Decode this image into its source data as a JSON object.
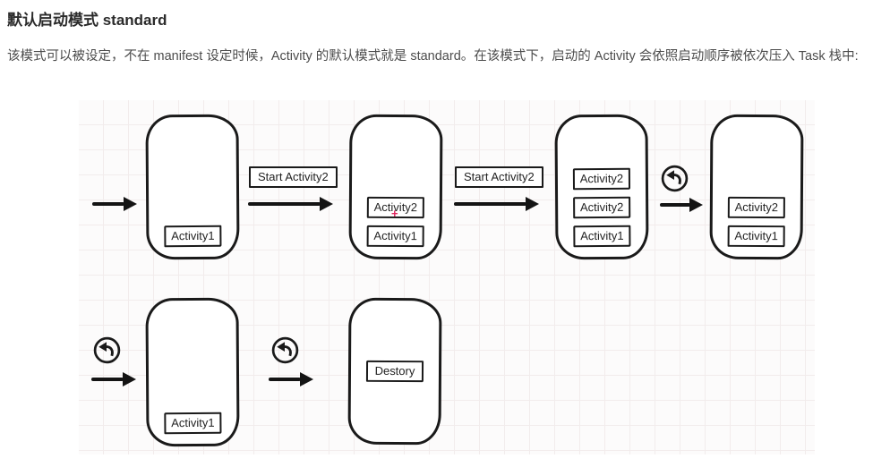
{
  "page": {
    "title": "默认启动模式 standard",
    "body": "该模式可以被设定，不在 manifest 设定时候，Activity 的默认模式就是 standard。在该模式下，启动的 Activity 会依照启动顺序被依次压入 Task 栈中:"
  },
  "diagram": {
    "start_label": "Start Activity2",
    "phones": [
      {
        "name": "task-initial",
        "stack": [
          "Activity1"
        ]
      },
      {
        "name": "task-after-first-start",
        "stack": [
          "Activity2",
          "Activity1"
        ]
      },
      {
        "name": "task-after-second-start",
        "stack": [
          "Activity2",
          "Activity2",
          "Activity1"
        ]
      },
      {
        "name": "task-after-back",
        "stack": [
          "Activity2",
          "Activity1"
        ]
      },
      {
        "name": "task-after-second-back",
        "stack": [
          "Activity1"
        ]
      },
      {
        "name": "task-destroyed",
        "stack": [
          "Destory"
        ]
      }
    ],
    "icons": {
      "back": "back-arrow-icon",
      "cursor_plus_glyph": "+"
    },
    "colors": {
      "stroke": "#1a1a1a",
      "cursor": "#e0245e",
      "grid_line": "#f2ecec",
      "canvas_bg": "#fcfbfb"
    }
  }
}
